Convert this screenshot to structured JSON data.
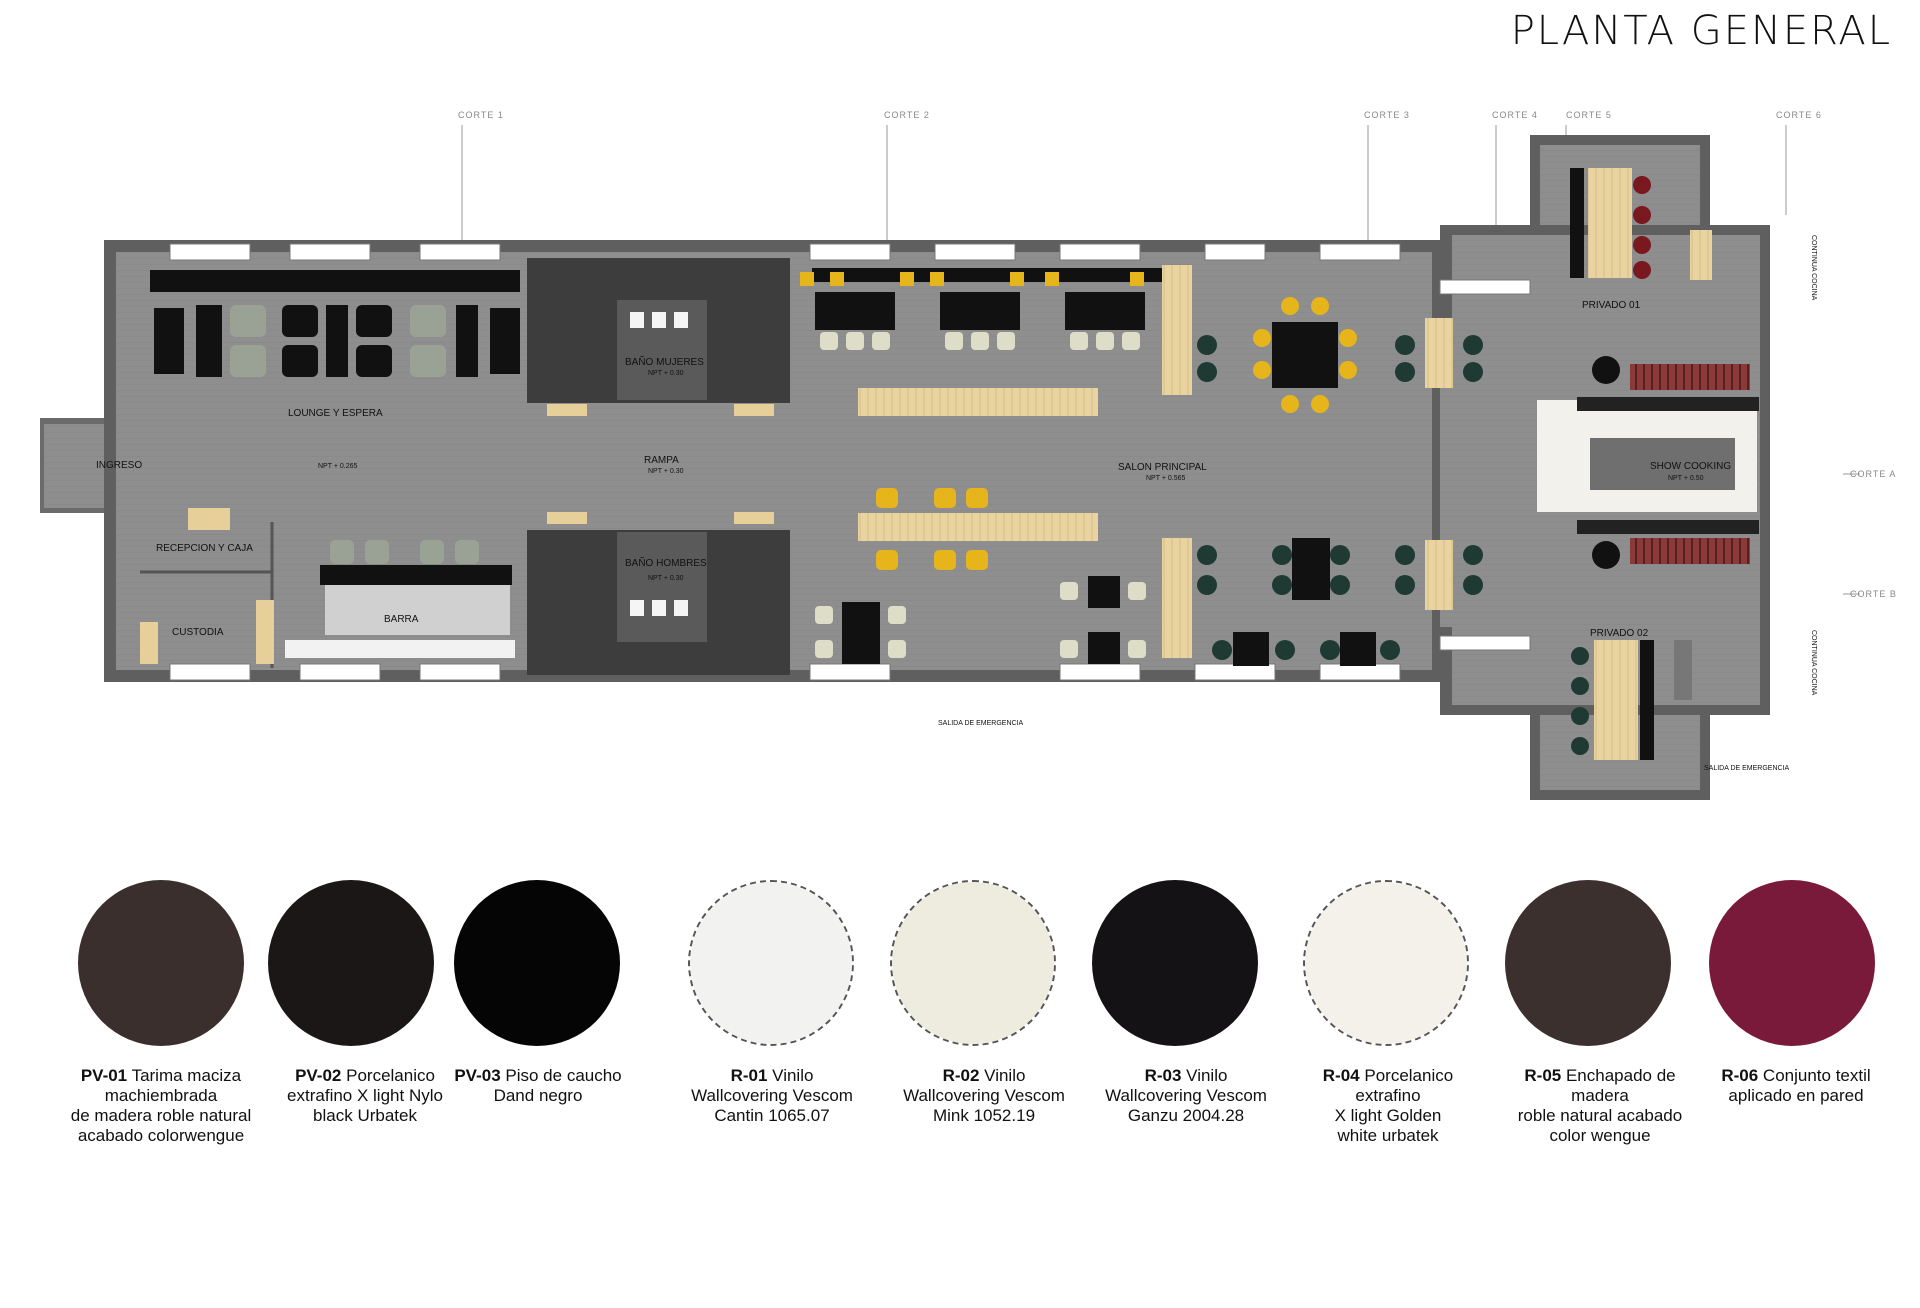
{
  "page": {
    "title": "PLANTA GENERAL"
  },
  "sections": [
    "CORTE 1",
    "CORTE 2",
    "CORTE 3",
    "CORTE 4",
    "CORTE 5",
    "CORTE 6",
    "CORTE A",
    "CORTE B"
  ],
  "rooms": {
    "ingreso": "INGRESO",
    "lounge": "LOUNGE Y ESPERA",
    "lounge_level": "NPT + 0.265",
    "recepcion": "RECEPCION Y CAJA",
    "custodia": "CUSTODIA",
    "barra": "BARRA",
    "bano_mujeres": "BAÑO MUJERES",
    "bano_mujeres_level": "NPT + 0.30",
    "rampa": "RAMPA",
    "rampa_level": "NPT + 0.30",
    "bano_hombres": "BAÑO HOMBRES",
    "bano_hombres_level": "NPT + 0.30",
    "salon": "SALON PRINCIPAL",
    "salon_level": "NPT + 0.565",
    "privado1": "PRIVADO 01",
    "privado2": "PRIVADO 02",
    "show_cooking": "SHOW COOKING",
    "show_level": "NPT + 0.50",
    "salida1": "SALIDA DE EMERGENCIA",
    "salida2": "SALIDA DE EMERGENCIA",
    "cocina1": "CONTINUA COCINA",
    "cocina2": "CONTINUA COCINA"
  },
  "materials": [
    {
      "code": "PV-01",
      "desc": [
        "Tarima maciza",
        "machiembrada",
        "de madera roble natural",
        "acabado colorwengue"
      ],
      "color": "#3a2f2c"
    },
    {
      "code": "PV-02",
      "desc": [
        "Porcelanico",
        "extrafino X light Nylo",
        "black Urbatek"
      ],
      "color": "#1b1716"
    },
    {
      "code": "PV-03",
      "desc": [
        "Piso de caucho",
        "Dand negro"
      ],
      "color": "#050505"
    },
    {
      "code": "R-01",
      "desc": [
        "Vinilo",
        "Wallcovering Vescom",
        "Cantin 1065.07"
      ],
      "color": "#f2f2f0"
    },
    {
      "code": "R-02",
      "desc": [
        "Vinilo",
        "Wallcovering Vescom",
        "Mink 1052.19"
      ],
      "color": "#eeebdf"
    },
    {
      "code": "R-03",
      "desc": [
        "Vinilo",
        "Wallcovering Vescom",
        "Ganzu 2004.28"
      ],
      "color": "#141214"
    },
    {
      "code": "R-04",
      "desc": [
        "Porcelanico",
        "extrafino",
        "X light Golden",
        "white urbatek"
      ],
      "color": "#f4f1ea"
    },
    {
      "code": "R-05",
      "desc": [
        "Enchapado de",
        "madera",
        "roble natural acabado",
        "color wengue"
      ],
      "color": "#3b302d"
    },
    {
      "code": "R-06",
      "desc": [
        "Conjunto textil",
        "aplicado en pared"
      ],
      "color": "#7a1a3a"
    }
  ],
  "colors": {
    "floor": "#8c8c8c",
    "wall": "#5a5a5a",
    "bath": "#3e3e3e",
    "wood": "#e6cf98",
    "accent_yellow": "#e6b51c",
    "chair_green": "#1f3a33"
  }
}
